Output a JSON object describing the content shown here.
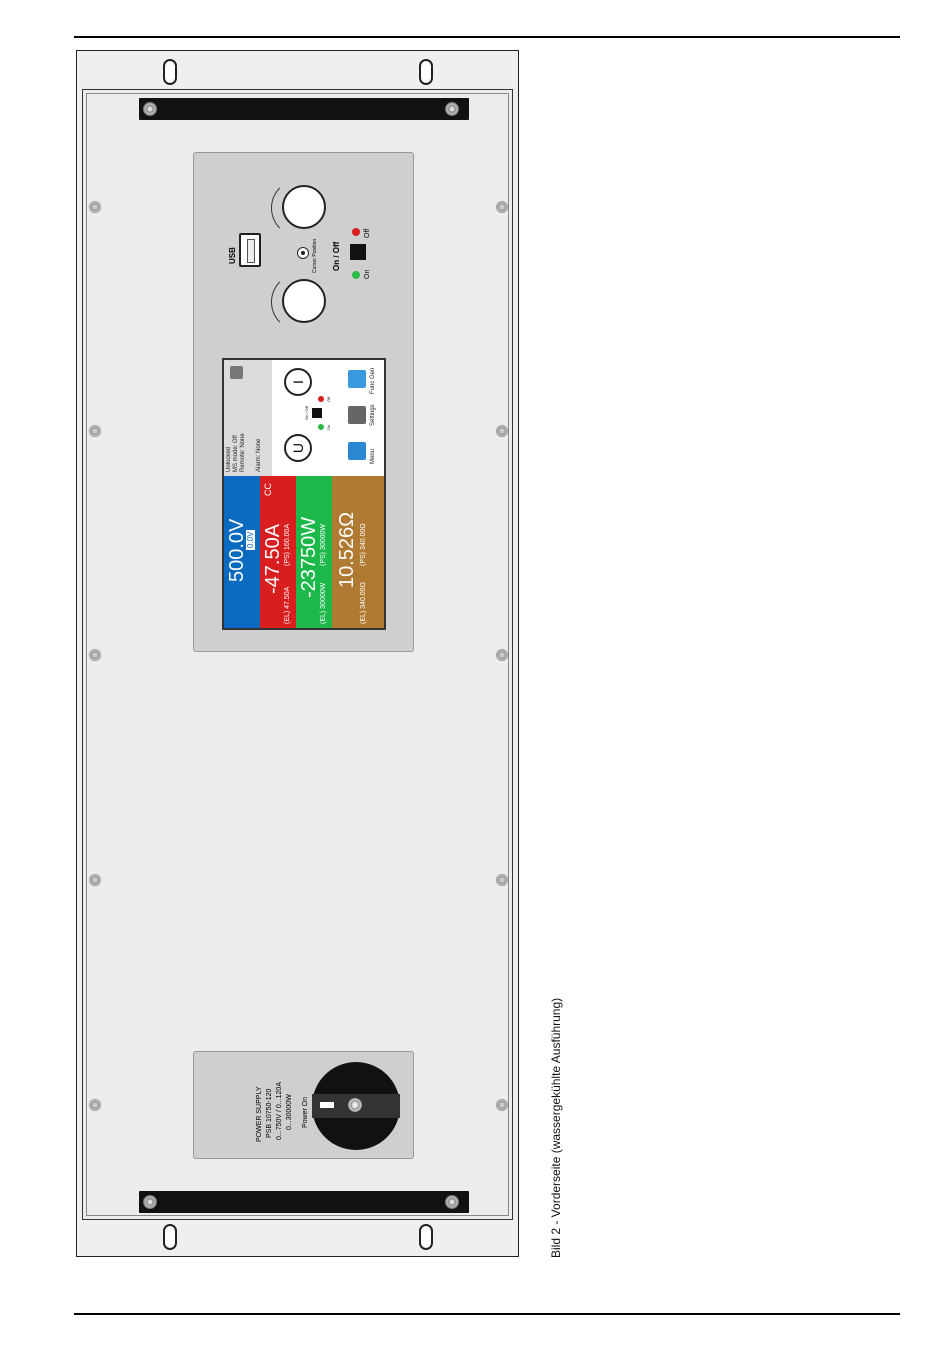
{
  "caption": "Bild 2 - Vorderseite (wassergekühlte Ausführung)",
  "control_panel": {
    "usb_label": "USB",
    "cursor_position_label": "Cursor Position",
    "onoff_label": "On / Off",
    "led_off_label": "Off",
    "led_on_label": "On"
  },
  "display": {
    "lock_status": "Unlocked",
    "ms_mode": "MS mode: Off",
    "remote": "Remote: None",
    "alarms": "Alarm: None",
    "knob_u": "U",
    "knob_i": "I",
    "mini_onoff": "On / Off",
    "mini_off": "Off",
    "mini_on": "On",
    "menu_label": "Menu",
    "settings_label": "Settings",
    "funcgen_label": "Func Gen",
    "cc_badge": "CC",
    "voltage_actual": "500.0V",
    "voltage_set": "0.0V",
    "current_actual": "-47.50A",
    "current_el": "(EL) 47.50A",
    "current_ps": "(PS) 160.00A",
    "power_actual": "-23750W",
    "power_el": "(EL) 30000W",
    "power_ps": "(PS) 30000W",
    "resistance_actual": "10.526Ω",
    "resistance_el": "(EL) 340.00Ω",
    "resistance_ps": "(PS) 340.00Ω",
    "colors": {
      "voltage": "#0a6ac0",
      "current": "#d81e1e",
      "power": "#1cb84a",
      "resistance": "#b07a32"
    }
  },
  "power_switch": {
    "line1": "POWER SUPPLY",
    "line2": "PSB 10750-120",
    "line3": "0...750V / 0...120A",
    "line4": "0...30000W",
    "line5": "Power On"
  }
}
